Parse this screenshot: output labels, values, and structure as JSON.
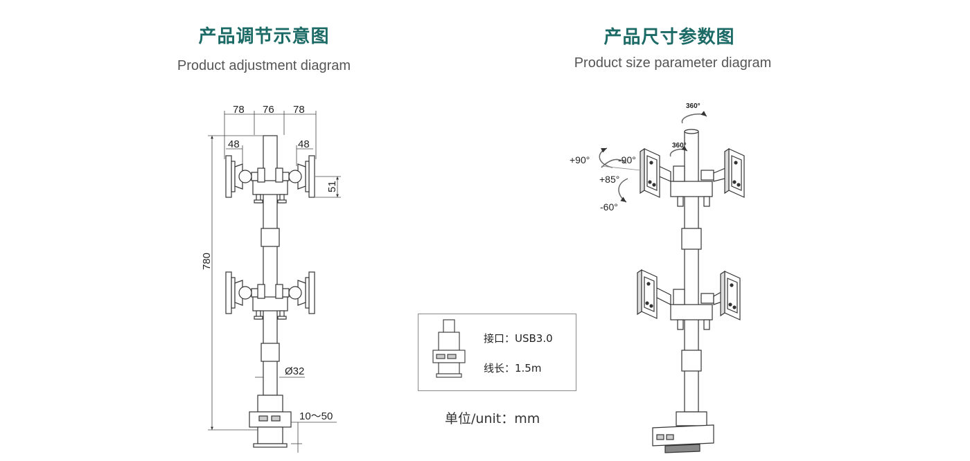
{
  "left": {
    "title_zh": "产品调节示意图",
    "title_en": "Product adjustment diagram"
  },
  "right": {
    "title_zh": "产品尺寸参数图",
    "title_en": "Product size parameter diagram"
  },
  "dimensions": {
    "width_left": "78",
    "width_mid": "76",
    "width_right": "78",
    "arm_left": "48",
    "arm_right": "48",
    "plate_height": "51",
    "total_height": "780",
    "pole_diameter": "Ø32",
    "clamp_range": "10～50"
  },
  "angles": {
    "top_rotation": "360°",
    "arm_rotation": "360°",
    "tilt_plus": "+90°",
    "tilt_minus": "-90°",
    "pitch_plus": "+85°",
    "pitch_minus": "-60°"
  },
  "info": {
    "usb": "接口：USB3.0",
    "cable": "线长：1.5m"
  },
  "unit": "单位/unit：mm"
}
